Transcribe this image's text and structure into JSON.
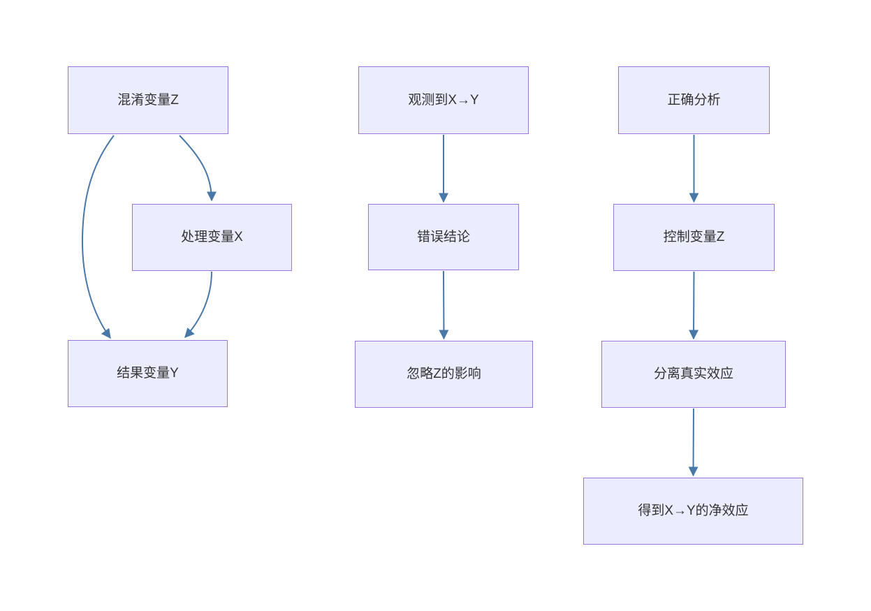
{
  "diagram": {
    "type": "flowchart",
    "colors": {
      "node_fill": "#ECECFF",
      "node_border": "#9a76db",
      "edge": "#4878a8",
      "text": "#333333",
      "background": "#ffffff"
    },
    "nodes": [
      {
        "id": "Z",
        "label": "混淆变量Z"
      },
      {
        "id": "X",
        "label": "处理变量X"
      },
      {
        "id": "Y",
        "label": "结果变量Y"
      },
      {
        "id": "M1",
        "label": "观测到X→Y"
      },
      {
        "id": "M2",
        "label": "错误结论"
      },
      {
        "id": "M3",
        "label": "忽略Z的影响"
      },
      {
        "id": "R1",
        "label": "正确分析"
      },
      {
        "id": "R2",
        "label": "控制变量Z"
      },
      {
        "id": "R3",
        "label": "分离真实效应"
      },
      {
        "id": "R4",
        "label": "得到X→Y的净效应"
      }
    ],
    "edges": [
      {
        "from": "Z",
        "to": "X"
      },
      {
        "from": "Z",
        "to": "Y"
      },
      {
        "from": "X",
        "to": "Y"
      },
      {
        "from": "M1",
        "to": "M2"
      },
      {
        "from": "M2",
        "to": "M3"
      },
      {
        "from": "R1",
        "to": "R2"
      },
      {
        "from": "R2",
        "to": "R3"
      },
      {
        "from": "R3",
        "to": "R4"
      }
    ]
  }
}
